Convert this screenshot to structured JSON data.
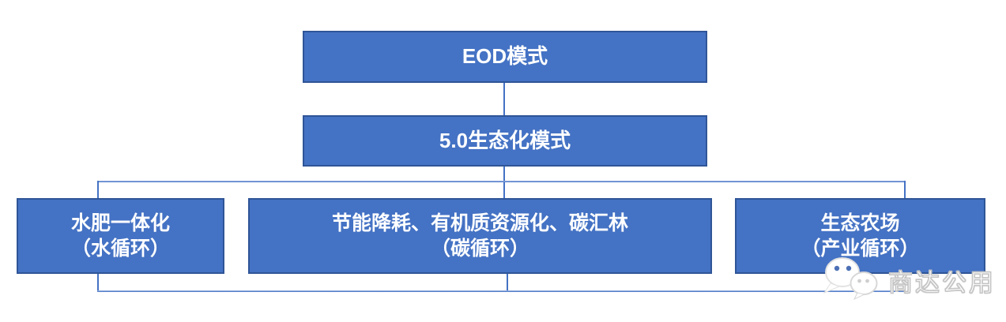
{
  "diagram": {
    "root": {
      "label": "EOD模式"
    },
    "level2": {
      "label": "5.0生态化模式"
    },
    "children": [
      {
        "title": "水肥一体化",
        "subtitle": "（水循环）"
      },
      {
        "title": "节能降耗、有机质资源化、碳汇林",
        "subtitle": "（碳循环）"
      },
      {
        "title": "生态农场",
        "subtitle": "（产业循环）"
      }
    ]
  },
  "watermark": {
    "icon": "wechat-icon",
    "label": "商达公用"
  },
  "colors": {
    "node_fill": "#4472C4",
    "node_border": "#2F5597",
    "connector": "#4472C4",
    "node_text": "#FFFFFF",
    "watermark_outline": "#C4C4C4"
  }
}
